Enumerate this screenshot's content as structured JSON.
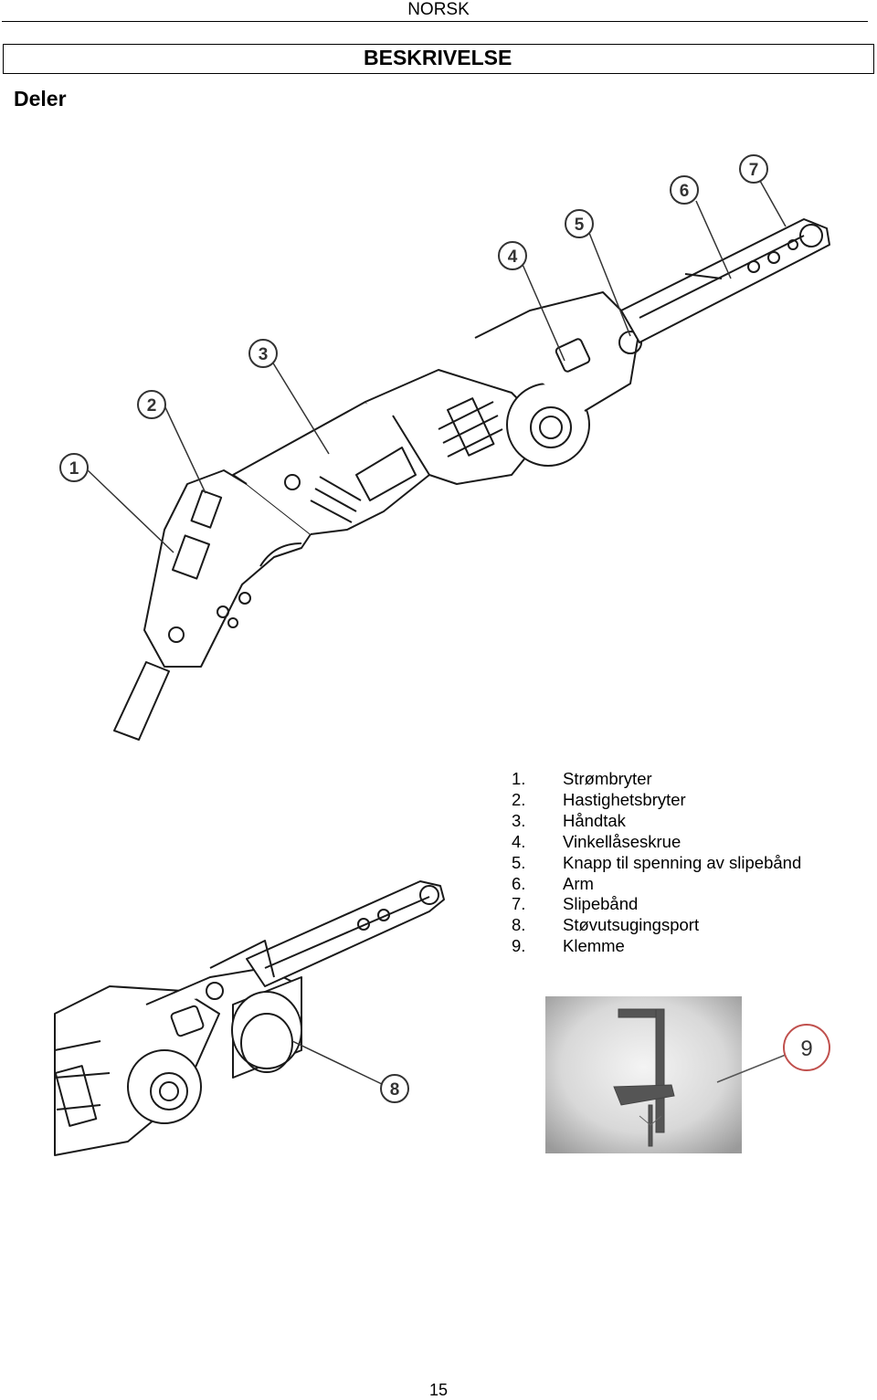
{
  "header": {
    "language": "NORSK"
  },
  "title": "BESKRIVELSE",
  "section_title": "Deler",
  "parts": [
    {
      "num": "1.",
      "label": "Strømbryter"
    },
    {
      "num": "2.",
      "label": "Hastighetsbryter"
    },
    {
      "num": "3.",
      "label": "Håndtak"
    },
    {
      "num": "4.",
      "label": "Vinkellåseskrue"
    },
    {
      "num": "5.",
      "label": "Knapp til spenning av slipebånd"
    },
    {
      "num": "6.",
      "label": "Arm"
    },
    {
      "num": "7.",
      "label": "Slipebånd"
    },
    {
      "num": "8.",
      "label": "Støvutsugingsport"
    },
    {
      "num": "9.",
      "label": "Klemme"
    }
  ],
  "callouts": [
    "1",
    "2",
    "3",
    "4",
    "5",
    "6",
    "7",
    "8",
    "9"
  ],
  "page_number": "15"
}
